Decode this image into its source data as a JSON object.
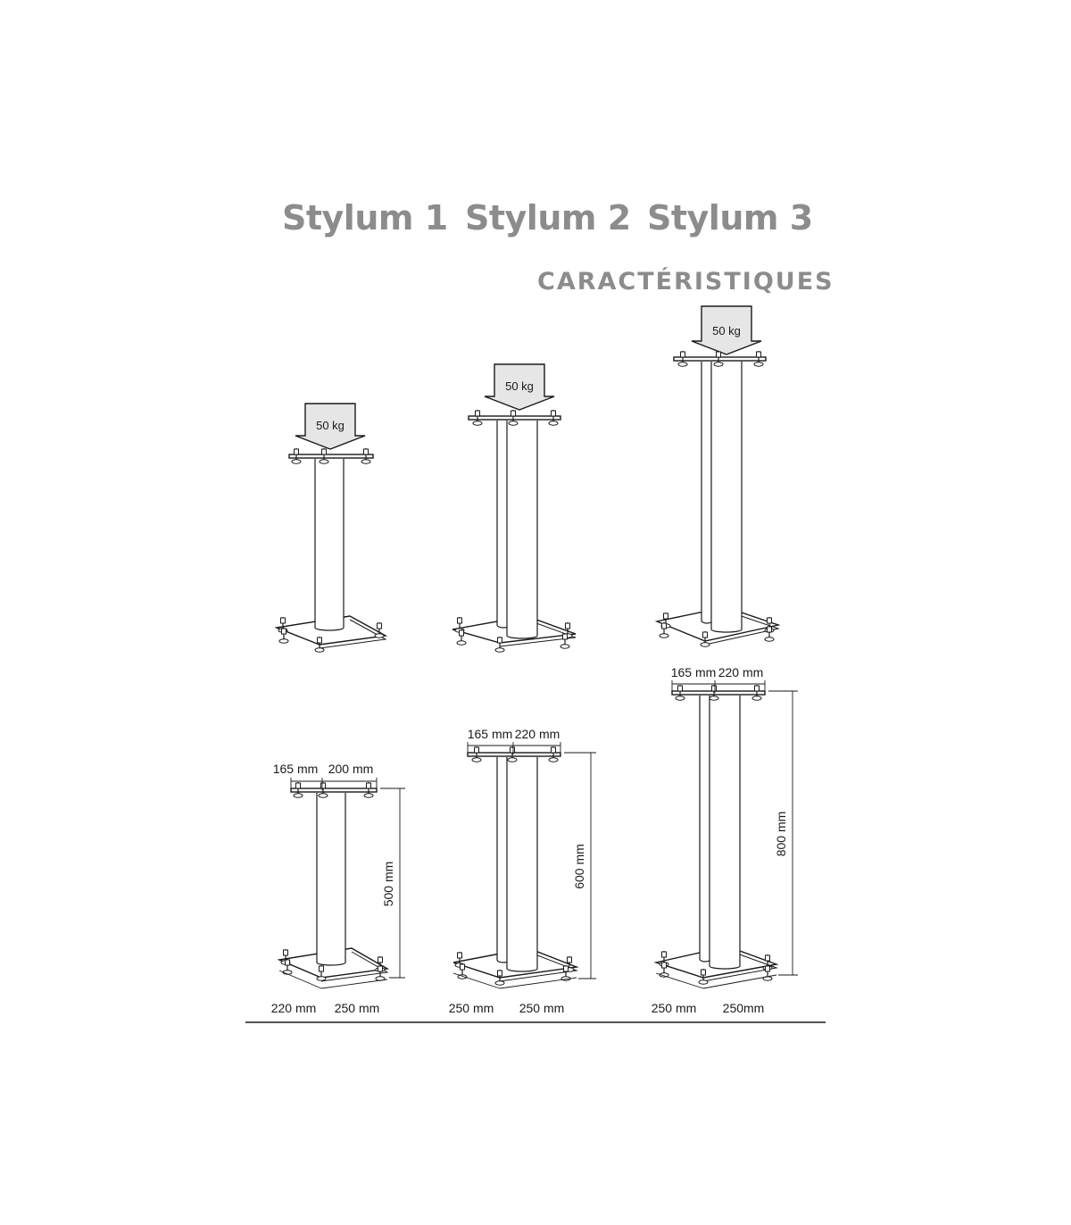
{
  "header": {
    "models": [
      "Stylum 1",
      "Stylum 2",
      "Stylum 3"
    ],
    "section": "CARACTÉRISTIQUES"
  },
  "stands": [
    {
      "model": "Stylum 1",
      "posts": 1,
      "load": "50 kg",
      "top_depth": "165 mm",
      "top_width": "200 mm",
      "height": "500 mm",
      "base_depth": "220 mm",
      "base_width": "250 mm"
    },
    {
      "model": "Stylum 2",
      "posts": 2,
      "load": "50 kg",
      "top_depth": "165 mm",
      "top_width": "220 mm",
      "height": "600 mm",
      "base_depth": "250 mm",
      "base_width": "250 mm"
    },
    {
      "model": "Stylum 3",
      "posts": 2,
      "load": "50 kg",
      "top_depth": "165 mm",
      "top_width": "220 mm",
      "height": "800 mm",
      "base_depth": "250 mm",
      "base_width": "250mm"
    }
  ],
  "colors": {
    "title": "#8c8c8c",
    "arrow_fill": "#e6e6e6",
    "line": "#1a1a1a"
  }
}
